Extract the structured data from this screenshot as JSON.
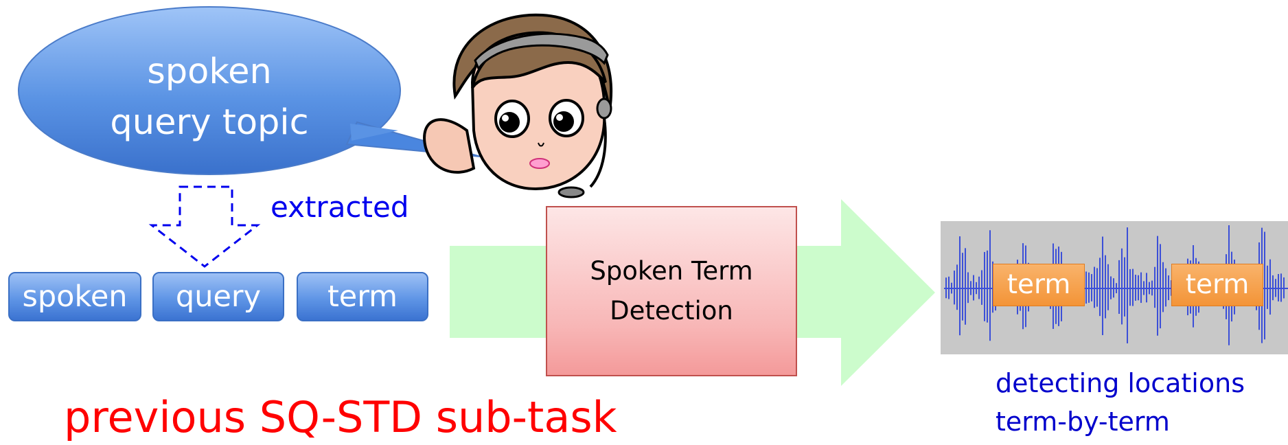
{
  "bubble": {
    "line1": "spoken",
    "line2": "query topic",
    "fill": "#4a86df"
  },
  "extraction": {
    "label": "extracted"
  },
  "query_terms": [
    "spoken",
    "query",
    "term"
  ],
  "detector": {
    "line1": "Spoken Term",
    "line2": "Detection"
  },
  "waveform": {
    "term_labels": [
      "term",
      "term"
    ]
  },
  "result_caption": {
    "line1": "detecting locations",
    "line2": "term-by-term"
  },
  "footer_title": "previous SQ-STD sub-task",
  "colors": {
    "bubble_blue": "#4a86df",
    "extracted_blue": "#0000ee",
    "arrow_green": "#ccfccc",
    "term_orange": "#f39437",
    "title_red": "#ff0000",
    "wave_bg": "#c8c8c8",
    "wave_blue": "#3b4fd8"
  },
  "icons": {
    "speaker": "girl-with-headset-icon",
    "audio": "waveform-icon"
  }
}
